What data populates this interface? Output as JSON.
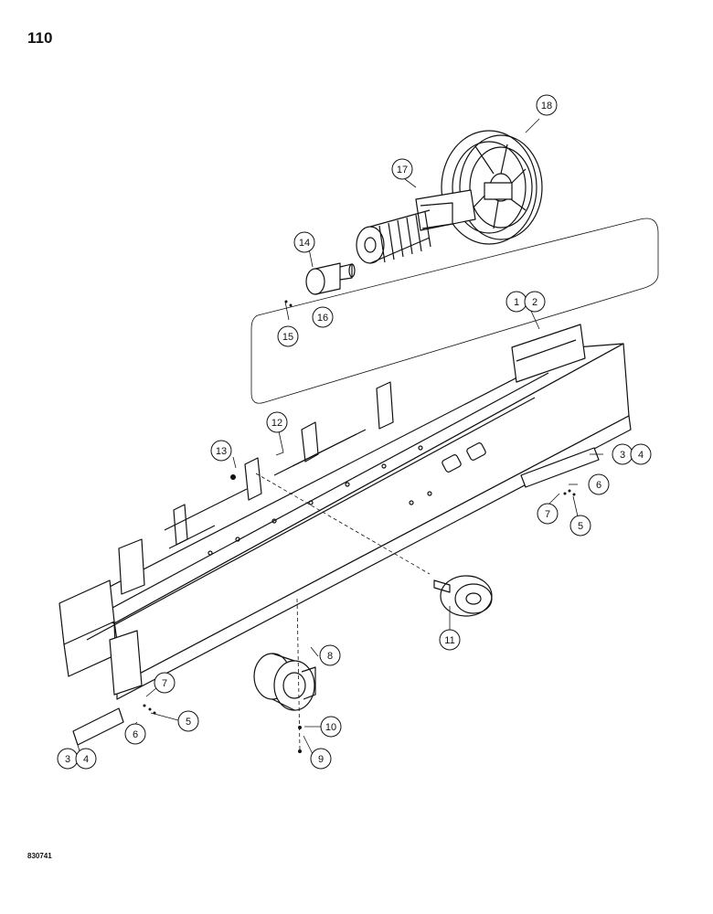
{
  "page": {
    "number": "110",
    "doc_code": "830741"
  },
  "callouts": [
    {
      "id": "c18",
      "label": "18"
    },
    {
      "id": "c17",
      "label": "17"
    },
    {
      "id": "c14",
      "label": "14"
    },
    {
      "id": "c16",
      "label": "16"
    },
    {
      "id": "c15",
      "label": "15"
    },
    {
      "id": "c1",
      "label": "1"
    },
    {
      "id": "c2",
      "label": "2"
    },
    {
      "id": "c12",
      "label": "12"
    },
    {
      "id": "c13",
      "label": "13"
    },
    {
      "id": "c3a",
      "label": "3"
    },
    {
      "id": "c4a",
      "label": "4"
    },
    {
      "id": "c6a",
      "label": "6"
    },
    {
      "id": "c7a",
      "label": "7"
    },
    {
      "id": "c5a",
      "label": "5"
    },
    {
      "id": "c11",
      "label": "11"
    },
    {
      "id": "c8",
      "label": "8"
    },
    {
      "id": "c10",
      "label": "10"
    },
    {
      "id": "c9",
      "label": "9"
    },
    {
      "id": "c7b",
      "label": "7"
    },
    {
      "id": "c5b",
      "label": "5"
    },
    {
      "id": "c6b",
      "label": "6"
    },
    {
      "id": "c3b",
      "label": "3"
    },
    {
      "id": "c4b",
      "label": "4"
    }
  ]
}
